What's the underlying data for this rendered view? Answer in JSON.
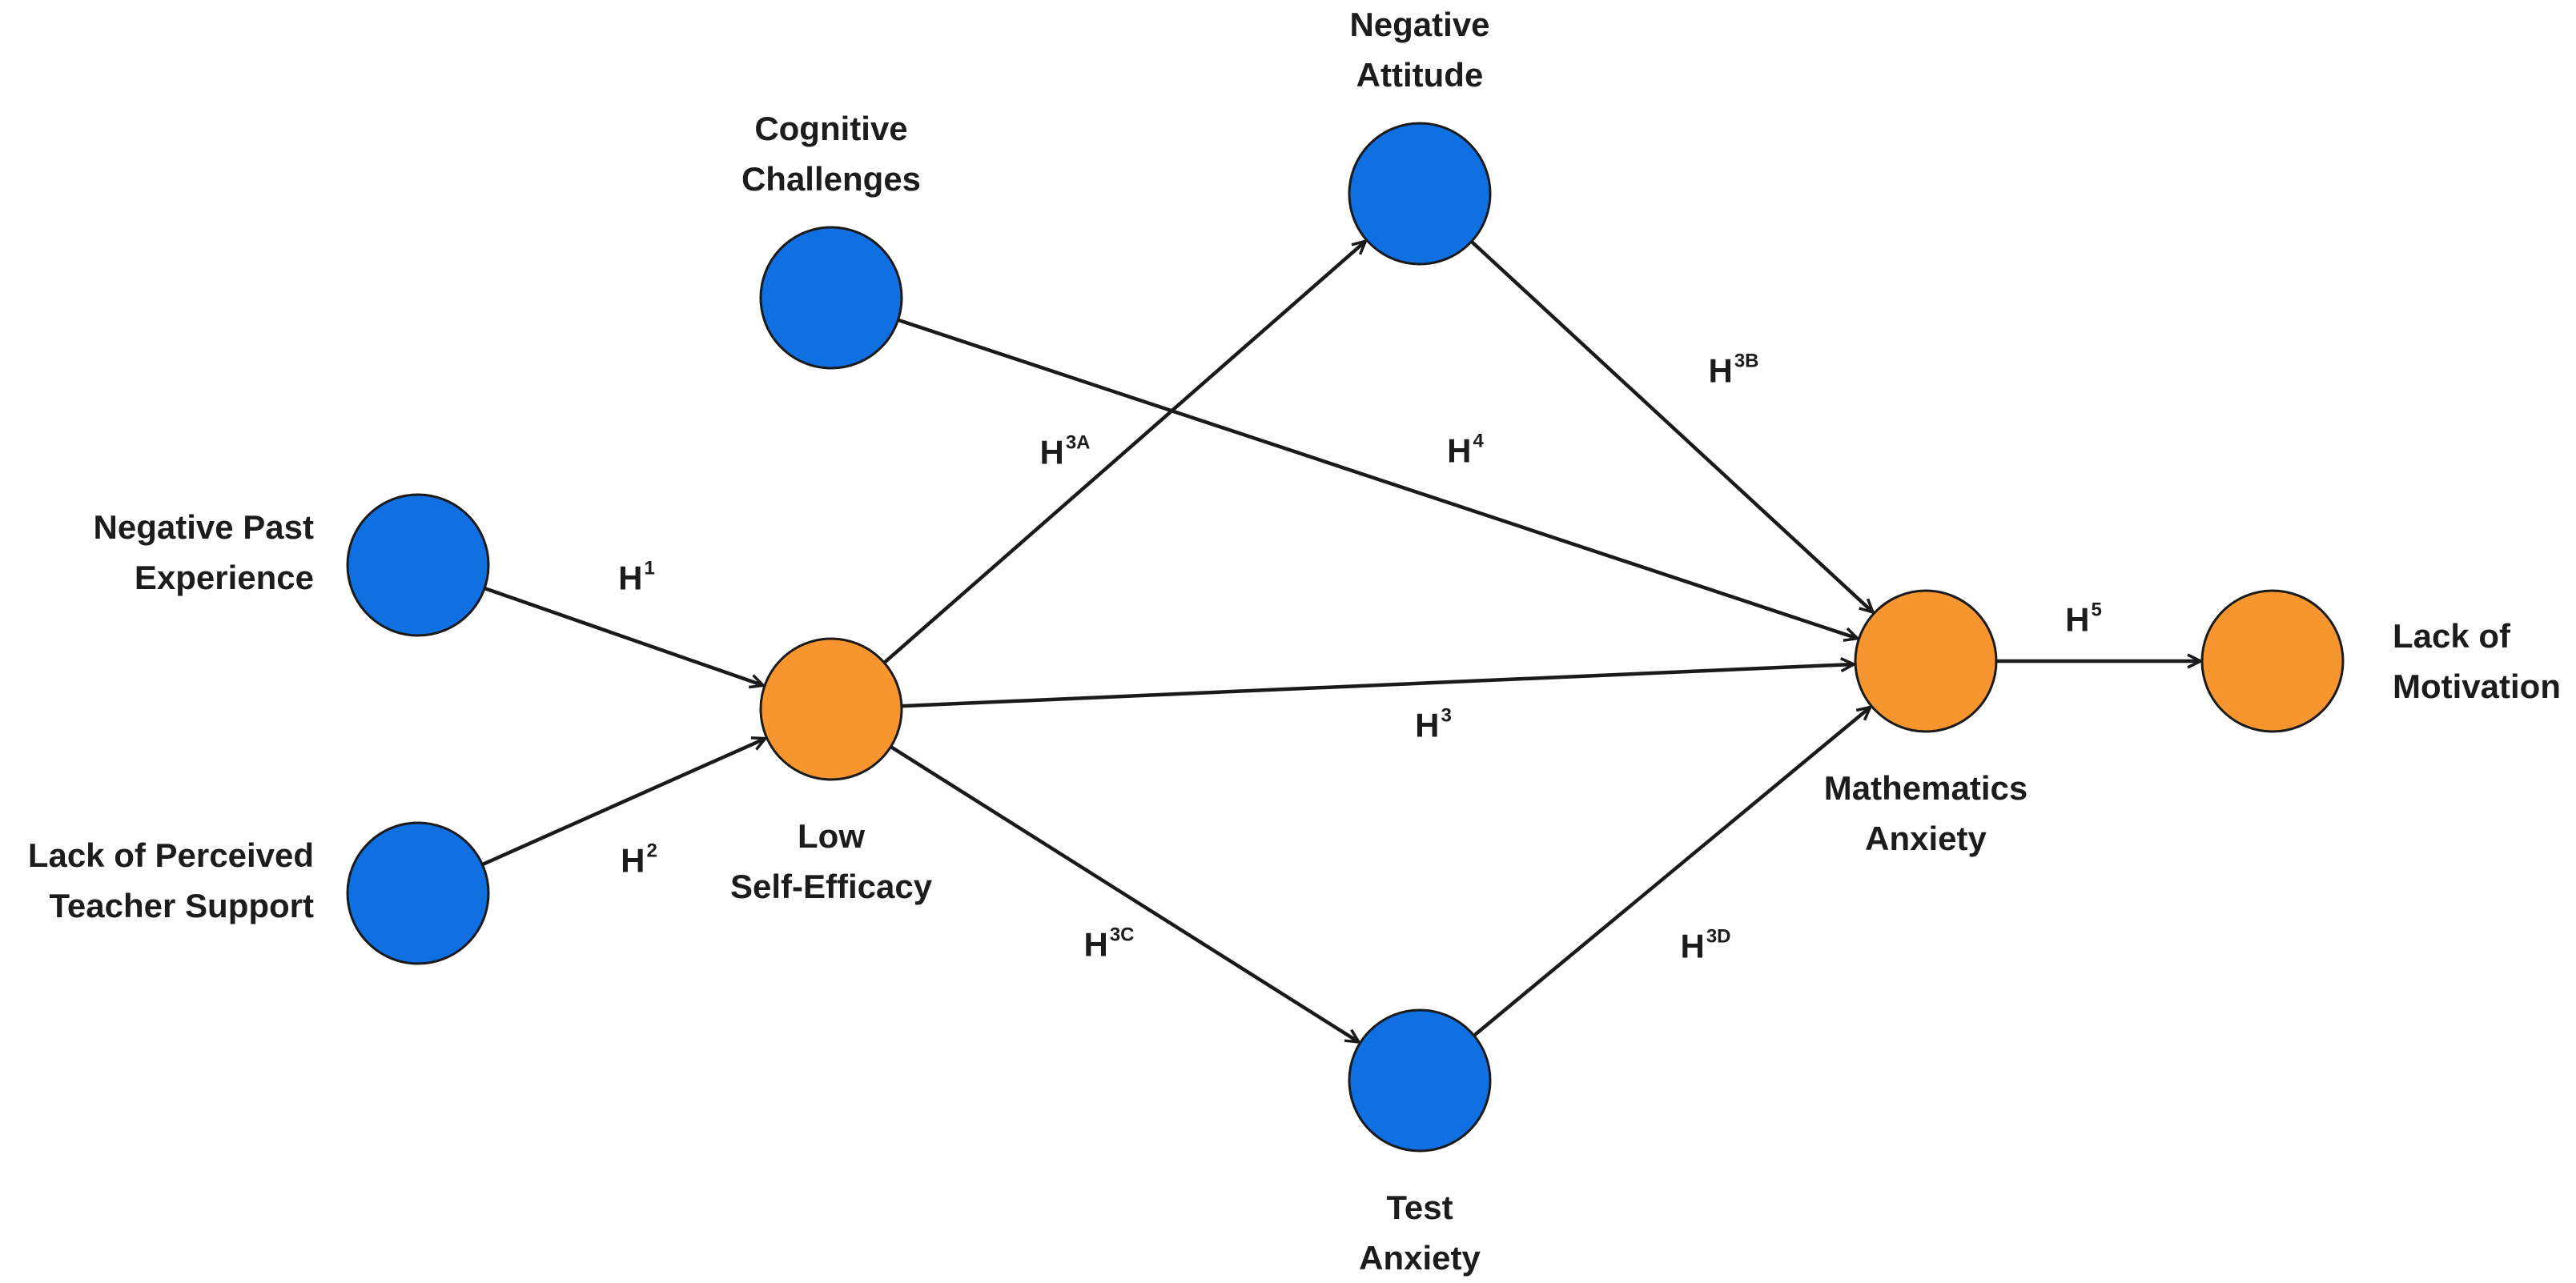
{
  "nodes": [
    {
      "id": "cog",
      "lines": [
        "Cognitive",
        "Challenges"
      ],
      "color": "blue"
    },
    {
      "id": "neg_att",
      "lines": [
        "Negative",
        "Attitude"
      ],
      "color": "blue"
    },
    {
      "id": "npe",
      "lines": [
        "Negative Past",
        "Experience"
      ],
      "color": "blue"
    },
    {
      "id": "lpts",
      "lines": [
        "Lack of Perceived",
        "Teacher Support"
      ],
      "color": "blue"
    },
    {
      "id": "lse",
      "lines": [
        "Low",
        "Self-Efficacy"
      ],
      "color": "orange"
    },
    {
      "id": "test",
      "lines": [
        "Test",
        "Anxiety"
      ],
      "color": "blue"
    },
    {
      "id": "math",
      "lines": [
        "Mathematics",
        "Anxiety"
      ],
      "color": "orange"
    },
    {
      "id": "lom",
      "lines": [
        "Lack of",
        "Motivation"
      ],
      "color": "orange"
    }
  ],
  "edges": [
    {
      "from": "npe",
      "to": "lse",
      "label": "H",
      "sup": "1"
    },
    {
      "from": "lpts",
      "to": "lse",
      "label": "H",
      "sup": "2"
    },
    {
      "from": "lse",
      "to": "math",
      "label": "H",
      "sup": "3"
    },
    {
      "from": "lse",
      "to": "neg_att",
      "label": "H",
      "sup": "3A"
    },
    {
      "from": "neg_att",
      "to": "math",
      "label": "H",
      "sup": "3B"
    },
    {
      "from": "lse",
      "to": "test",
      "label": "H",
      "sup": "3C"
    },
    {
      "from": "test",
      "to": "math",
      "label": "H",
      "sup": "3D"
    },
    {
      "from": "cog",
      "to": "math",
      "label": "H",
      "sup": "4"
    },
    {
      "from": "math",
      "to": "lom",
      "label": "H",
      "sup": "5"
    }
  ],
  "colors": {
    "blue": "#1070e2",
    "orange": "#f7962f",
    "stroke": "#1a1a1a"
  }
}
